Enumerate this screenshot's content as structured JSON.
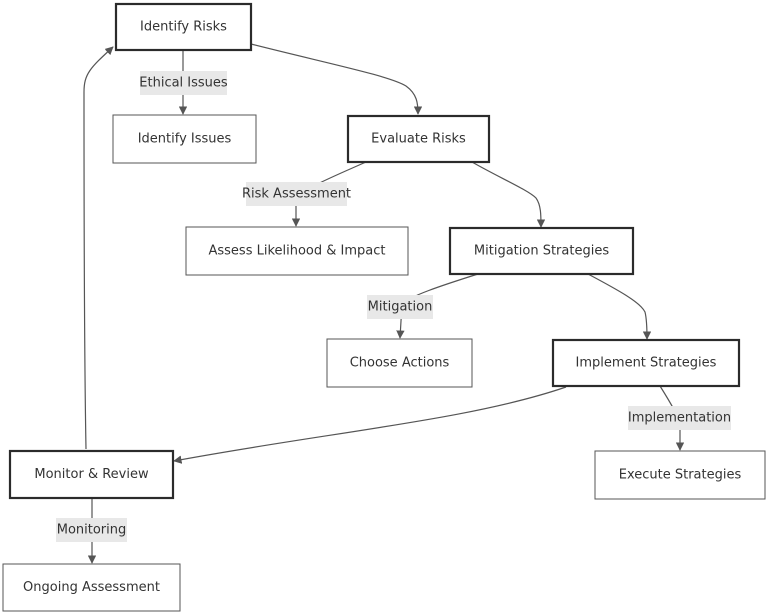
{
  "nodes": {
    "identify_risks": "Identify Risks",
    "identify_issues": "Identify Issues",
    "evaluate_risks": "Evaluate Risks",
    "assess_likelihood": "Assess Likelihood & Impact",
    "mitigation_strategies": "Mitigation Strategies",
    "choose_actions": "Choose Actions",
    "implement_strategies": "Implement Strategies",
    "execute_strategies": "Execute Strategies",
    "monitor_review": "Monitor & Review",
    "ongoing_assessment": "Ongoing Assessment"
  },
  "edge_labels": {
    "ethical_issues": "Ethical Issues",
    "risk_assessment": "Risk Assessment",
    "mitigation": "Mitigation",
    "implementation": "Implementation",
    "monitoring": "Monitoring"
  },
  "colors": {
    "node_border_main": "#2b2b2b",
    "node_border_leaf": "#555555",
    "edge_line": "#555555",
    "label_background": "#e8e8e8",
    "text": "#333333"
  }
}
